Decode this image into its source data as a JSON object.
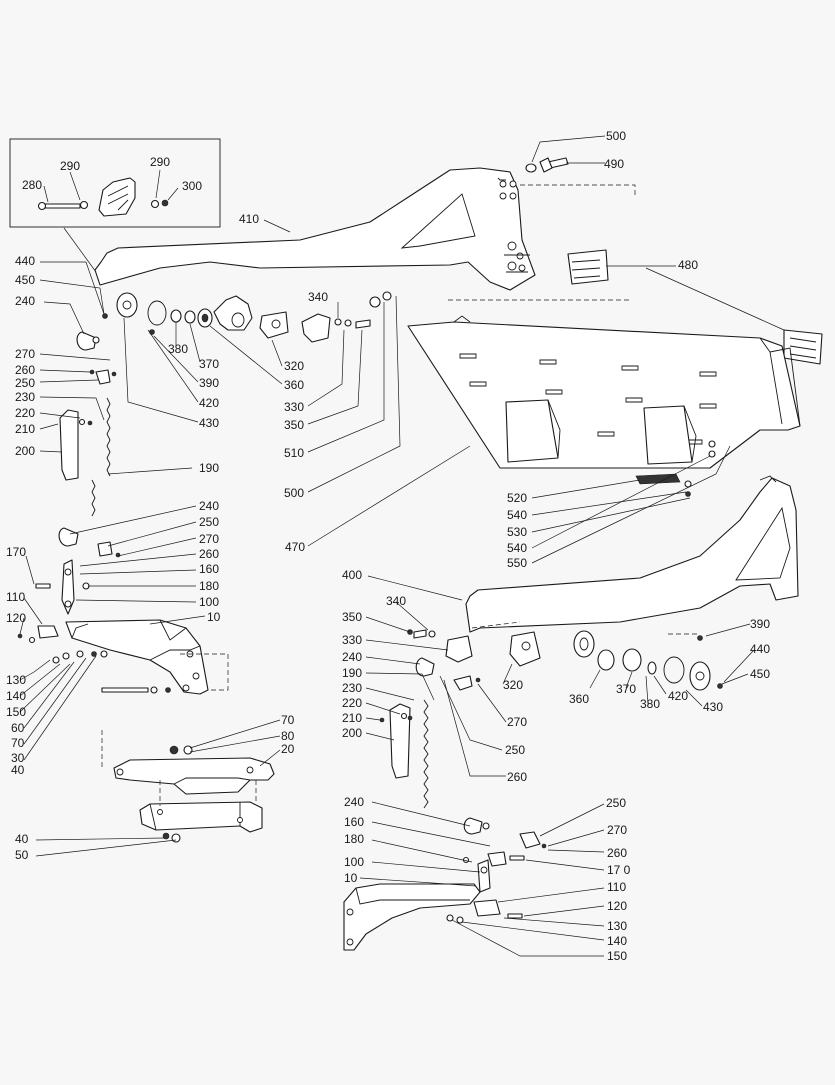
{
  "diagram": {
    "labels": [
      {
        "id": "l500a",
        "text": "500"
      },
      {
        "id": "l490",
        "text": "490"
      },
      {
        "id": "l290a",
        "text": "290"
      },
      {
        "id": "l290b",
        "text": "290"
      },
      {
        "id": "l280",
        "text": "280"
      },
      {
        "id": "l300",
        "text": "300"
      },
      {
        "id": "l410",
        "text": "410"
      },
      {
        "id": "l480",
        "text": "480"
      },
      {
        "id": "l440a",
        "text": "440"
      },
      {
        "id": "l450a",
        "text": "450"
      },
      {
        "id": "l240a",
        "text": "240"
      },
      {
        "id": "l340a",
        "text": "340"
      },
      {
        "id": "l380a",
        "text": "380"
      },
      {
        "id": "l370a",
        "text": "370"
      },
      {
        "id": "l320a",
        "text": "320"
      },
      {
        "id": "l360a",
        "text": "360"
      },
      {
        "id": "l270a",
        "text": "270"
      },
      {
        "id": "l260a",
        "text": "260"
      },
      {
        "id": "l250a",
        "text": "250"
      },
      {
        "id": "l390a",
        "text": "390"
      },
      {
        "id": "l230a",
        "text": "230"
      },
      {
        "id": "l220a",
        "text": "220"
      },
      {
        "id": "l210a",
        "text": "210"
      },
      {
        "id": "l420a",
        "text": "420"
      },
      {
        "id": "l330a",
        "text": "330"
      },
      {
        "id": "l430a",
        "text": "430"
      },
      {
        "id": "l350a",
        "text": "350"
      },
      {
        "id": "l200a",
        "text": "200"
      },
      {
        "id": "l510",
        "text": "510"
      },
      {
        "id": "l190a",
        "text": "190"
      },
      {
        "id": "l500b",
        "text": "500"
      },
      {
        "id": "l520",
        "text": "520"
      },
      {
        "id": "l240b",
        "text": "240"
      },
      {
        "id": "l540a",
        "text": "540"
      },
      {
        "id": "l250b",
        "text": "250"
      },
      {
        "id": "l530",
        "text": "530"
      },
      {
        "id": "l270b",
        "text": "270"
      },
      {
        "id": "l470",
        "text": "470"
      },
      {
        "id": "l540b",
        "text": "540"
      },
      {
        "id": "l260b",
        "text": "260"
      },
      {
        "id": "l170a",
        "text": "170"
      },
      {
        "id": "l550",
        "text": "550"
      },
      {
        "id": "l160a",
        "text": "160"
      },
      {
        "id": "l180a",
        "text": "180"
      },
      {
        "id": "l400",
        "text": "400"
      },
      {
        "id": "l110a",
        "text": "110"
      },
      {
        "id": "l100a",
        "text": "100"
      },
      {
        "id": "l10a",
        "text": "10"
      },
      {
        "id": "l120a",
        "text": "120"
      },
      {
        "id": "l340b",
        "text": "340"
      },
      {
        "id": "l390b",
        "text": "390"
      },
      {
        "id": "l350b",
        "text": "350"
      },
      {
        "id": "l330b",
        "text": "330"
      },
      {
        "id": "l440b",
        "text": "440"
      },
      {
        "id": "l130a",
        "text": "130"
      },
      {
        "id": "l240c",
        "text": "240"
      },
      {
        "id": "l140a",
        "text": "140"
      },
      {
        "id": "l190b",
        "text": "190"
      },
      {
        "id": "l450b",
        "text": "450"
      },
      {
        "id": "l320b",
        "text": "320"
      },
      {
        "id": "l150a",
        "text": "150"
      },
      {
        "id": "l230b",
        "text": "230"
      },
      {
        "id": "l360b",
        "text": "360"
      },
      {
        "id": "l370b",
        "text": "370"
      },
      {
        "id": "l420b",
        "text": "420"
      },
      {
        "id": "l60",
        "text": "60"
      },
      {
        "id": "l220b",
        "text": "220"
      },
      {
        "id": "l380b",
        "text": "380"
      },
      {
        "id": "l430b",
        "text": "430"
      },
      {
        "id": "l70a",
        "text": "70"
      },
      {
        "id": "l210b",
        "text": "210"
      },
      {
        "id": "l270c",
        "text": "270"
      },
      {
        "id": "l30",
        "text": "30"
      },
      {
        "id": "l200b",
        "text": "200"
      },
      {
        "id": "l40a",
        "text": "40"
      },
      {
        "id": "l70b",
        "text": "70"
      },
      {
        "id": "l80",
        "text": "80"
      },
      {
        "id": "l250c",
        "text": "250"
      },
      {
        "id": "l20",
        "text": "20"
      },
      {
        "id": "l260c",
        "text": "260"
      },
      {
        "id": "l240d",
        "text": "240"
      },
      {
        "id": "l250d",
        "text": "250"
      },
      {
        "id": "l160b",
        "text": "160"
      },
      {
        "id": "l270d",
        "text": "270"
      },
      {
        "id": "l40b",
        "text": "40"
      },
      {
        "id": "l180b",
        "text": "180"
      },
      {
        "id": "l260d",
        "text": "260"
      },
      {
        "id": "l50",
        "text": "50"
      },
      {
        "id": "l100b",
        "text": "100"
      },
      {
        "id": "l170b",
        "text": "17 0"
      },
      {
        "id": "l10b",
        "text": "10"
      },
      {
        "id": "l110b",
        "text": "110"
      },
      {
        "id": "l120b",
        "text": "120"
      },
      {
        "id": "l130b",
        "text": "130"
      },
      {
        "id": "l140b",
        "text": "140"
      },
      {
        "id": "l150b",
        "text": "150"
      }
    ]
  }
}
